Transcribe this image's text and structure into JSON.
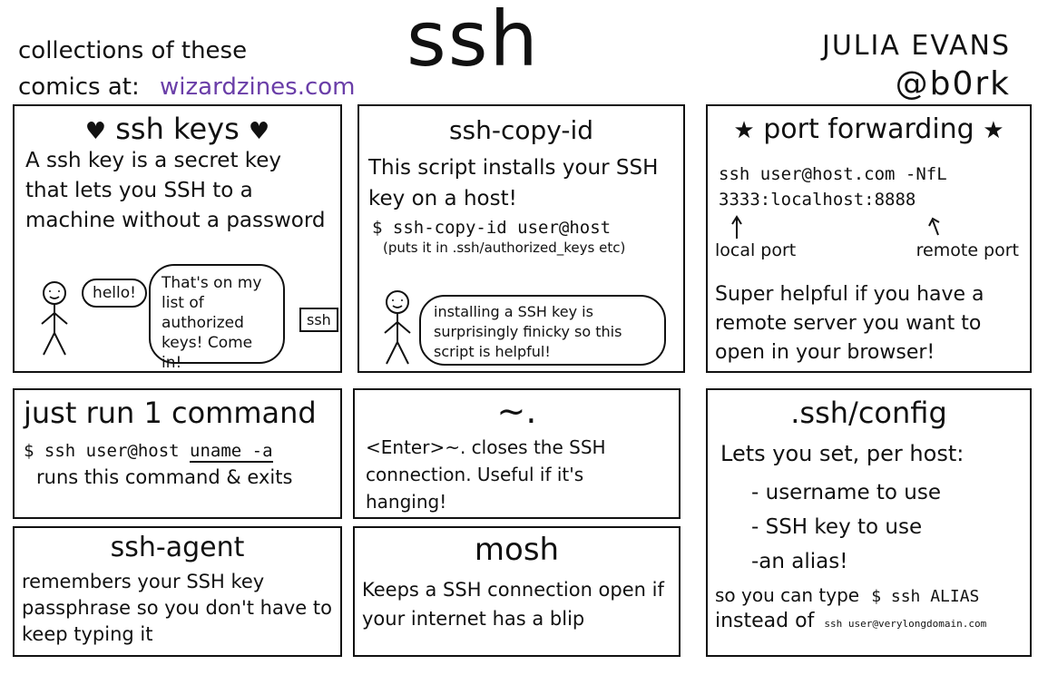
{
  "header": {
    "collections_line1": "collections of these",
    "collections_line2": "comics at:",
    "site": "wizardzines.com",
    "title": "ssh",
    "author": "JULIA EVANS",
    "handle": "@b0rk"
  },
  "ssh_keys": {
    "title": "ssh keys",
    "body": "A ssh key is a secret key that lets you SSH to a machine without a password",
    "hello": "hello!",
    "bubble": "That's on my list of authorized keys! Come in!",
    "tag": "ssh"
  },
  "ssh_copy_id": {
    "title": "ssh-copy-id",
    "body": "This script installs your SSH key on a host!",
    "command": "$ ssh-copy-id user@host",
    "note": "(puts it in .ssh/authorized_keys etc)",
    "bubble": "installing a SSH key is surprisingly finicky so this script is helpful!"
  },
  "port_forwarding": {
    "title": "port forwarding",
    "command_line1": "ssh user@host.com -NfL",
    "command_line2": "3333:localhost:8888",
    "local_label": "local port",
    "remote_label": "remote port",
    "body": "Super helpful if you have a remote server you want to open in your browser!"
  },
  "just_run": {
    "title": "just run 1 command",
    "command_prefix": "$ ssh user@host",
    "command_arg": "uname -a",
    "caption": "runs this command & exits"
  },
  "tilde": {
    "title": "~.",
    "body": "<Enter>~. closes the SSH connection. Useful if it's hanging!"
  },
  "ssh_config": {
    "title": ".ssh/config",
    "intro": "Lets you set, per host:",
    "items": [
      "- username to use",
      "- SSH key to use",
      "-an alias!"
    ],
    "footer_prefix": "so you can type",
    "footer_code": "$ ssh ALIAS",
    "instead_of": "instead of",
    "instead_code": "ssh user@verylongdomain.com"
  },
  "ssh_agent": {
    "title": "ssh-agent",
    "body": "remembers your SSH key passphrase so you don't have to keep typing it"
  },
  "mosh": {
    "title": "mosh",
    "body": "Keeps a SSH connection open if your internet has a blip"
  }
}
